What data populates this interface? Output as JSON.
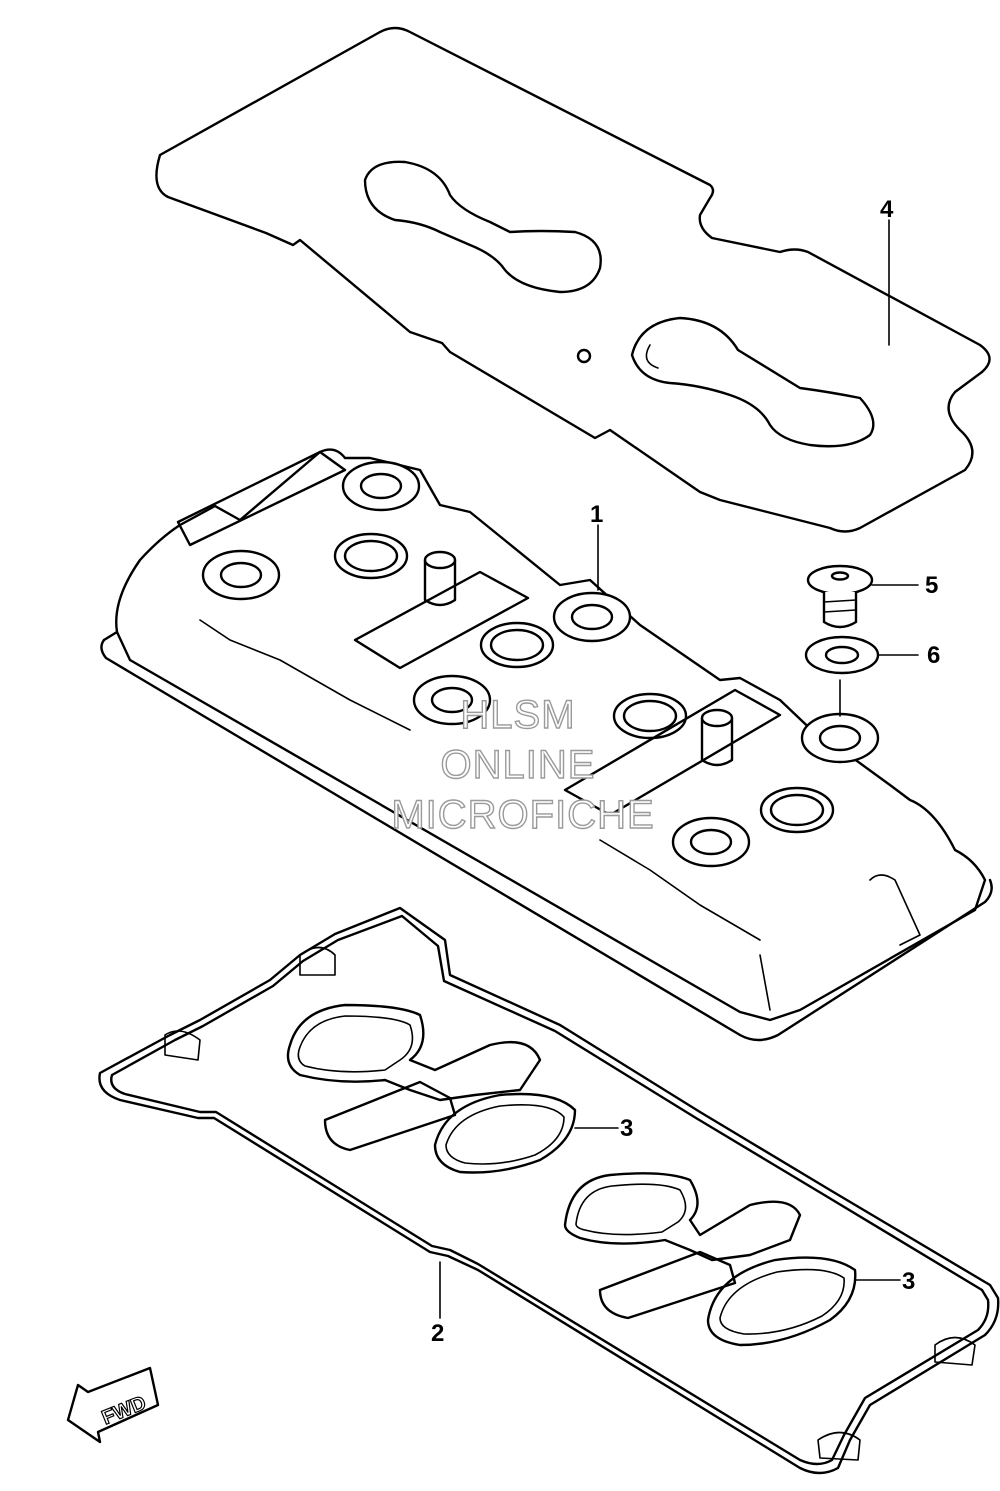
{
  "callouts": [
    {
      "id": "callout-1",
      "number": "1"
    },
    {
      "id": "callout-2",
      "number": "2"
    },
    {
      "id": "callout-3a",
      "number": "3"
    },
    {
      "id": "callout-3b",
      "number": "3"
    },
    {
      "id": "callout-4",
      "number": "4"
    },
    {
      "id": "callout-5",
      "number": "5"
    },
    {
      "id": "callout-6",
      "number": "6"
    }
  ],
  "watermark": {
    "line1": "HLSM",
    "line2": "ONLINE",
    "line3": "MICROFICHE"
  },
  "direction_marker": {
    "label": "FWD"
  }
}
